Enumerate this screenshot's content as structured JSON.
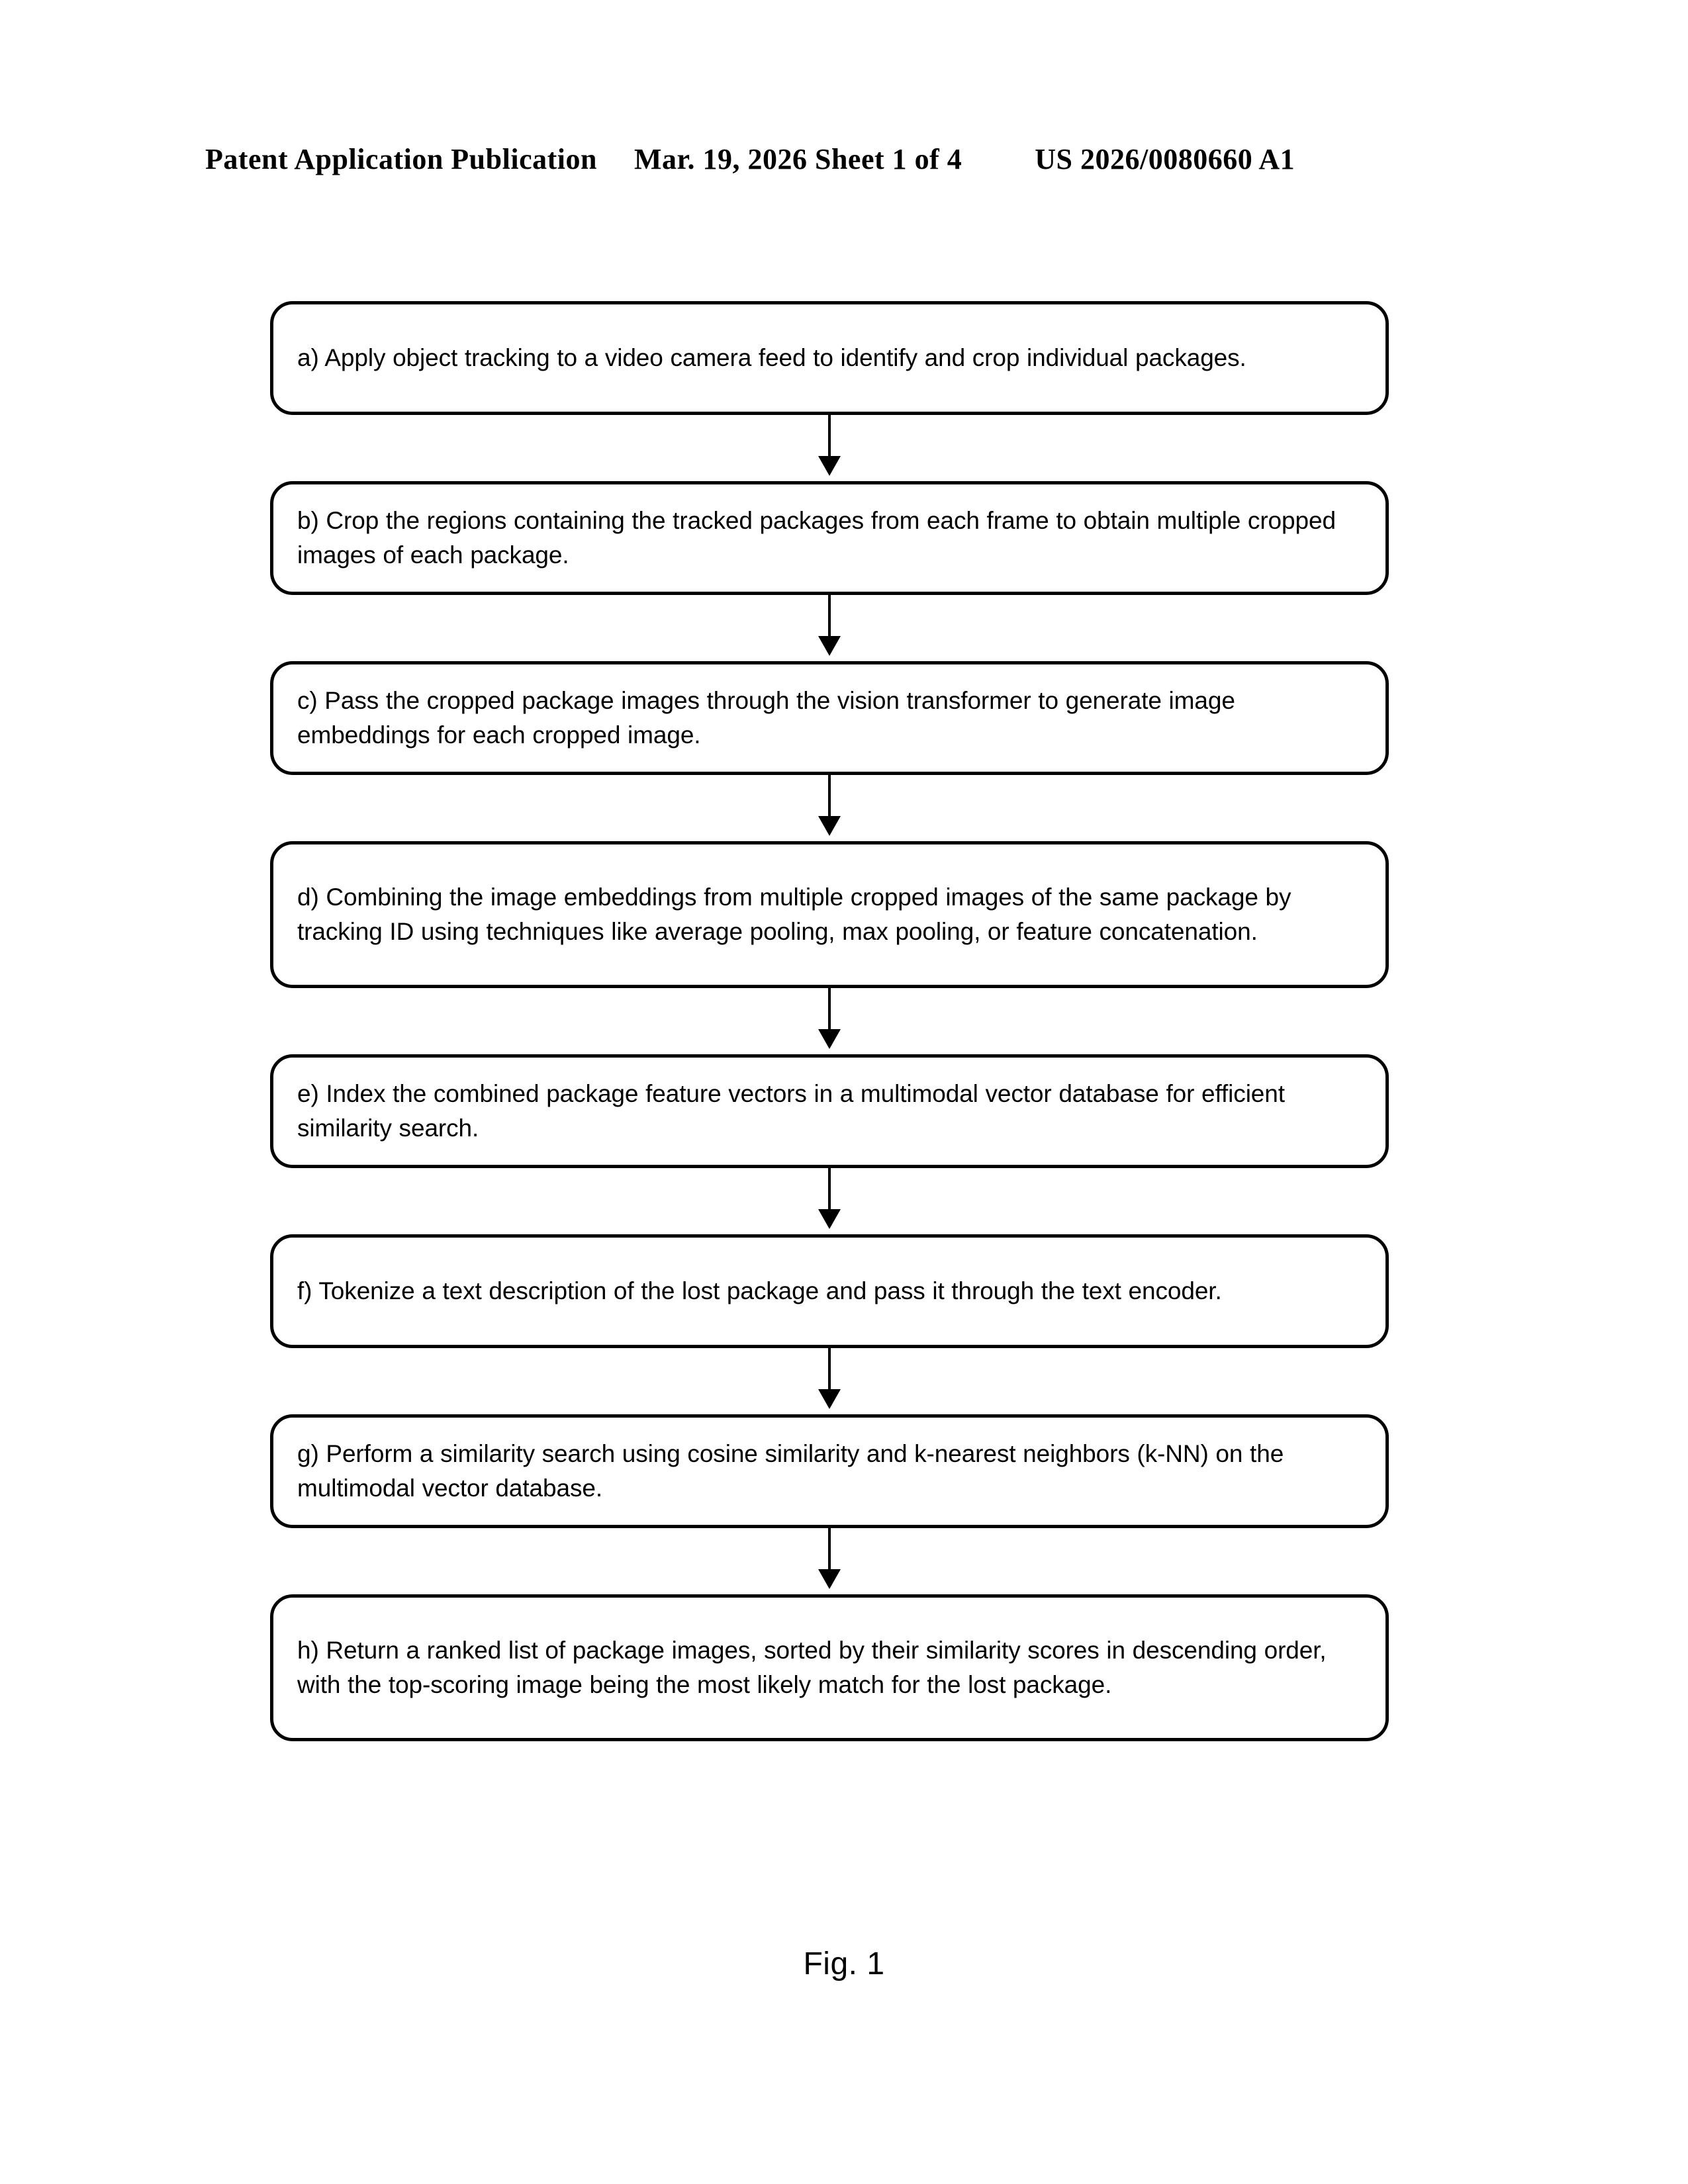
{
  "header": {
    "publication": "Patent Application Publication",
    "date_sheet": "Mar. 19, 2026  Sheet 1 of 4",
    "document_number": "US 2026/0080660 A1"
  },
  "figure": {
    "caption": "Fig. 1",
    "type": "flowchart",
    "orientation": "vertical",
    "connector_style": "arrow-down",
    "line_color": "#000000",
    "fill_color": "#ffffff"
  },
  "flowchart": {
    "steps": [
      {
        "id": "a",
        "lines": 2,
        "text": "a) Apply object tracking to a video camera feed to identify and crop individual packages."
      },
      {
        "id": "b",
        "lines": 2,
        "text": "b) Crop the regions containing the tracked packages from each frame to obtain multiple cropped images of each package."
      },
      {
        "id": "c",
        "lines": 2,
        "text": "c) Pass the cropped package images through the vision transformer to generate image embeddings for each cropped image."
      },
      {
        "id": "d",
        "lines": 3,
        "text": "d) Combining the image embeddings from multiple cropped images of the same package by tracking ID using techniques like average pooling, max pooling, or feature concatenation."
      },
      {
        "id": "e",
        "lines": 2,
        "text": "e) Index the combined package feature vectors in a multimodal vector database for efficient similarity search."
      },
      {
        "id": "f",
        "lines": 2,
        "text": "f) Tokenize a text description of the lost package and pass it through the text encoder."
      },
      {
        "id": "g",
        "lines": 2,
        "text": "g) Perform a similarity search using cosine similarity and k-nearest neighbors (k-NN) on the multimodal vector database."
      },
      {
        "id": "h",
        "lines": 3,
        "text": "h) Return a ranked list of package images, sorted by their similarity scores in descending order, with the top-scoring image being the most likely match for the lost package."
      }
    ]
  }
}
